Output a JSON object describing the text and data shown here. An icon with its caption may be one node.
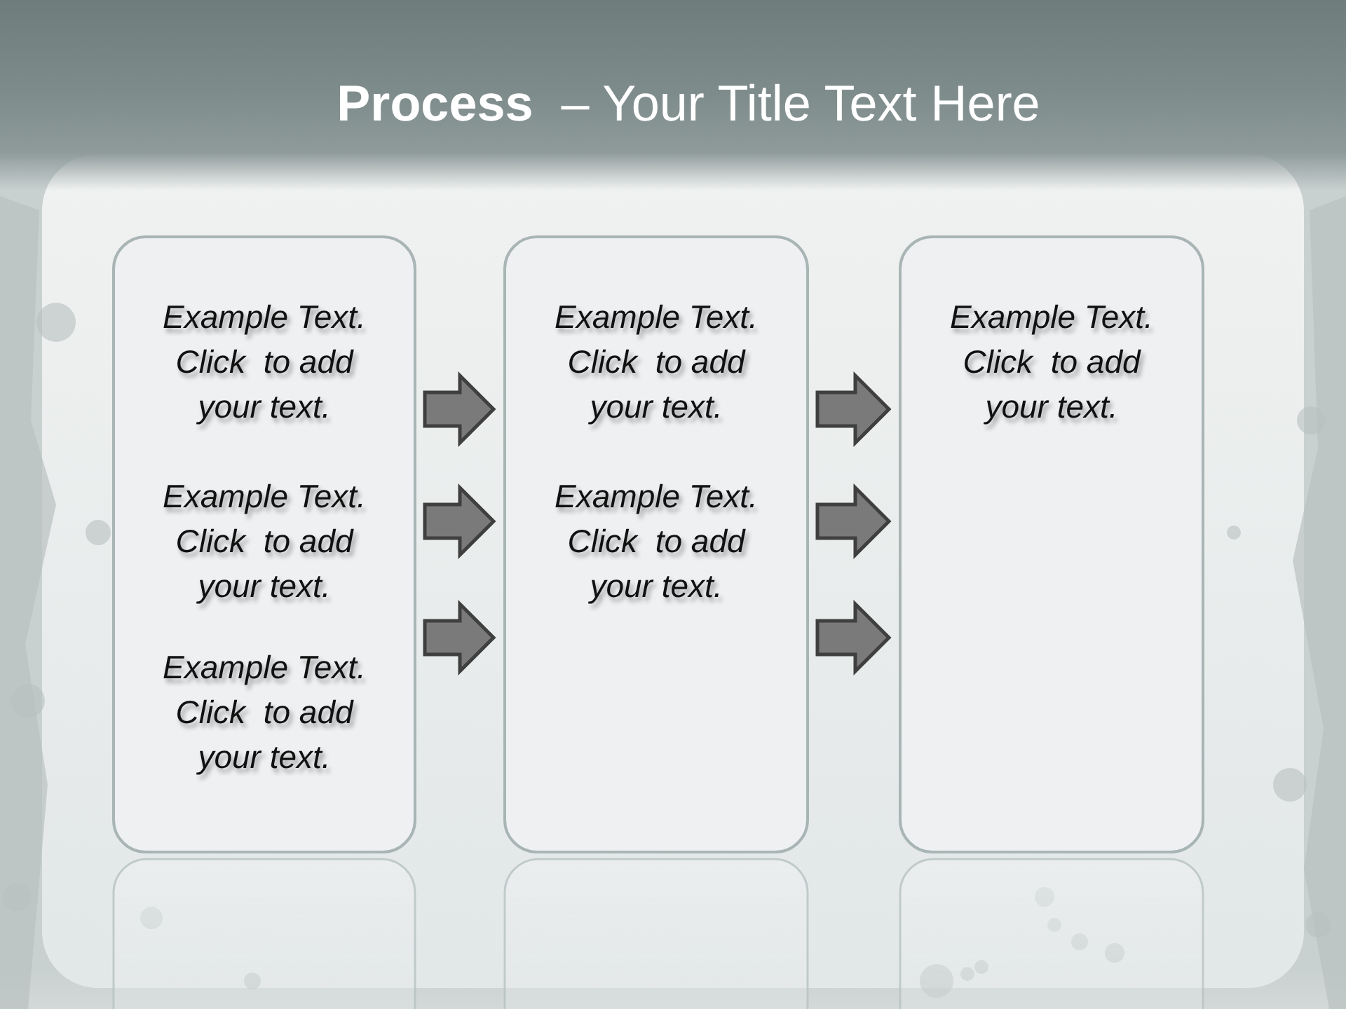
{
  "diagram": {
    "title": "**Process**  – Your Title Text Here",
    "nodes": [
      {
        "text": [
          "Example Text. Click  to add your text.",
          "Example Text. Click  to add your text.",
          "Example Text. Click  to add your text."
        ]
      },
      {
        "text": [
          "Example Text. Click  to add your text.",
          "Example Text. Click  to add your text."
        ]
      },
      {
        "text": [
          "Example Text. Click  to add your text."
        ]
      }
    ],
    "edges": [
      {
        "from": 0,
        "to": 1,
        "arrow": "to"
      },
      {
        "from": 0,
        "to": 1,
        "arrow": "to"
      },
      {
        "from": 0,
        "to": 1,
        "arrow": "to"
      },
      {
        "from": 1,
        "to": 2,
        "arrow": "to"
      },
      {
        "from": 1,
        "to": 2,
        "arrow": "to"
      },
      {
        "from": 1,
        "to": 2,
        "arrow": "to"
      }
    ]
  }
}
